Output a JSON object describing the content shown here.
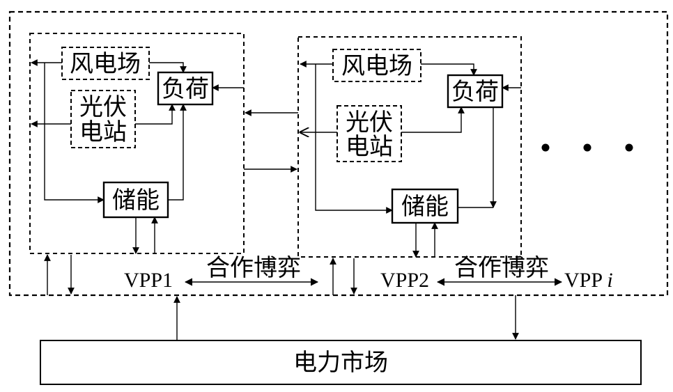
{
  "vpp1": {
    "wind": "风电场",
    "pv_line1": "光伏",
    "pv_line2": "电站",
    "load": "负荷",
    "storage": "储能",
    "label": "VPP1"
  },
  "vpp2": {
    "wind": "风电场",
    "pv_line1": "光伏",
    "pv_line2": "电站",
    "load": "负荷",
    "storage": "储能",
    "label": "VPP2"
  },
  "vppi": {
    "label_prefix": "VPP ",
    "label_index": "i"
  },
  "game_label_1": "合作博弈",
  "game_label_2": "合作博弈",
  "market": "电力市场",
  "ellipsis": "• • •"
}
